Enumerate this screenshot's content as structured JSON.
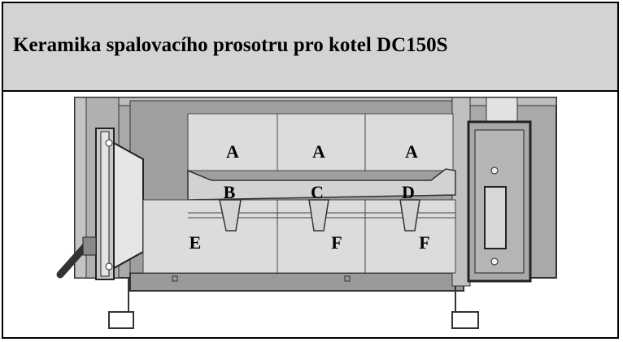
{
  "header": {
    "title": "Keramika spalovacího prosotru pro kotel DC150S"
  },
  "labels": {
    "a1": "A",
    "a2": "A",
    "a3": "A",
    "b": "B",
    "c": "C",
    "d": "D",
    "e": "E",
    "f1": "F",
    "f2": "F"
  },
  "colors": {
    "header_bg": "#d3d3d3",
    "boiler_body": "#a9a9a9",
    "ceramic": "#dcdcdc",
    "outline": "#000000"
  }
}
